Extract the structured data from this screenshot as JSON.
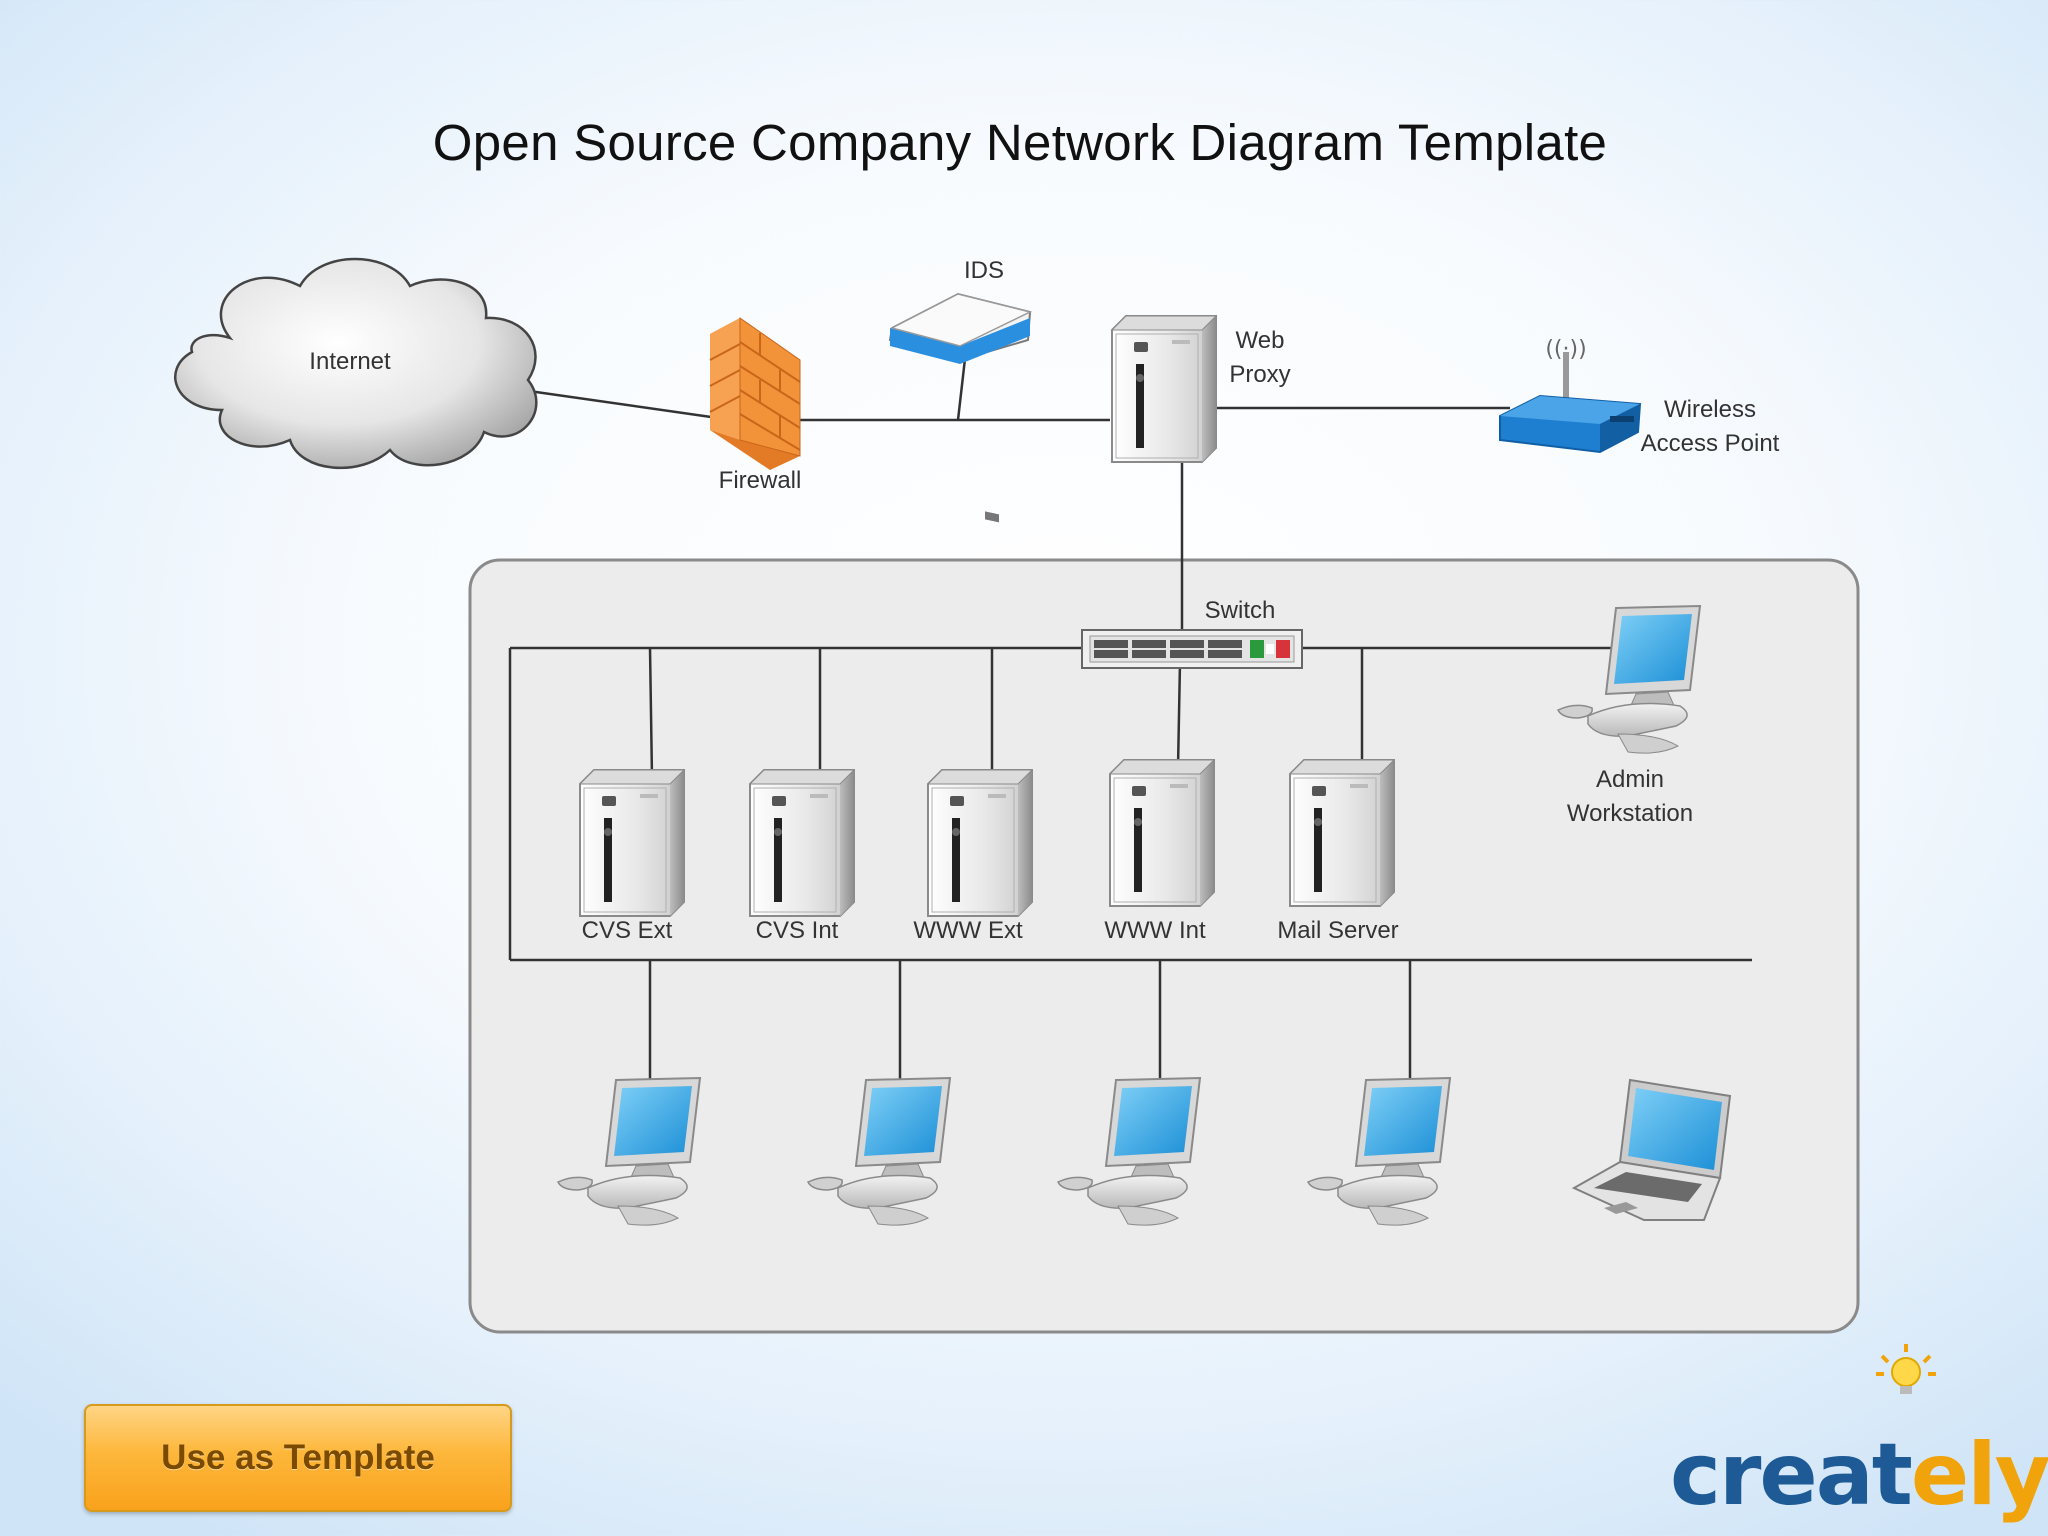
{
  "title": "Open Source Company Network  Diagram Template",
  "nodes": {
    "internet": "Internet",
    "firewall": "Firewall",
    "ids": "IDS",
    "web_proxy": "Web\nProxy",
    "wireless_ap": "Wireless\nAccess Point",
    "switch": "Switch",
    "admin_workstation": "Admin\nWorkstation",
    "servers": [
      "CVS Ext",
      "CVS Int",
      "WWW Ext",
      "WWW Int",
      "Mail Server"
    ]
  },
  "cta": {
    "label": "Use as Template"
  },
  "brand": {
    "name_main": "creat",
    "name_accent": "ely",
    "color_main": "#1d5a96",
    "color_accent": "#f0a30a"
  },
  "colors": {
    "line": "#333333",
    "lan_panel": "#ececec",
    "screen": "#2fa6e6",
    "router": "#1e7fd0",
    "firewall": "#f2933a"
  }
}
